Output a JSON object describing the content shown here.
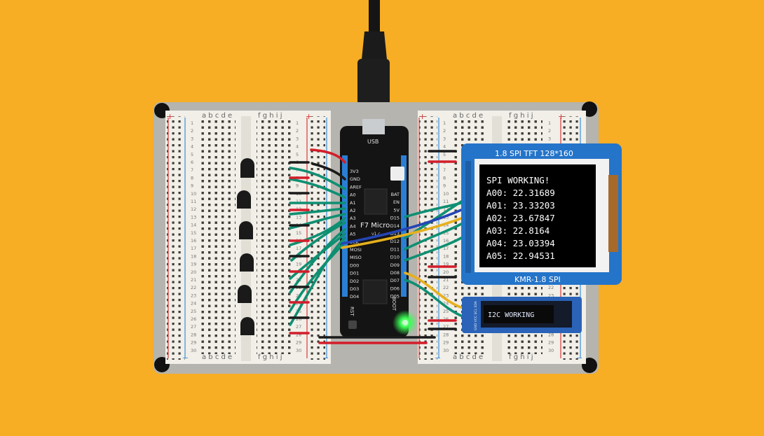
{
  "breadboard": {
    "column_letters_left": "a b c d e",
    "column_letters_right": "f g h i j",
    "row_numbers": [
      "1",
      "2",
      "3",
      "4",
      "5",
      "6",
      "7",
      "8",
      "9",
      "10",
      "11",
      "12",
      "13",
      "14",
      "15",
      "16",
      "17",
      "18",
      "19",
      "20",
      "21",
      "22",
      "23",
      "24",
      "25",
      "26",
      "27",
      "28",
      "29",
      "30"
    ],
    "rail_plus": "+",
    "rail_minus": "−"
  },
  "mcu": {
    "usb_label": "USB",
    "name": "F7 Micro",
    "version": "v1.c",
    "left_pins": [
      "3V3",
      "GND",
      "AREF",
      "A0",
      "A1",
      "A2",
      "A3",
      "A4",
      "A5",
      "SCK",
      "MOSI",
      "MISO",
      "D00",
      "D01",
      "D02",
      "D03",
      "D04"
    ],
    "right_pins": [
      "BAT",
      "EN",
      "5V",
      "D15",
      "D14",
      "D13",
      "D12",
      "D11",
      "D10",
      "D09",
      "D08",
      "D07",
      "D06",
      "D05"
    ],
    "reset_label": "RST",
    "boot_label": "BOOT"
  },
  "spi_display": {
    "header": "1.8 SPI TFT  128*160",
    "footer": "KMR-1.8 SPI",
    "lines": [
      "SPI WORKING!",
      "A00: 22.31689",
      "A01: 23.33203",
      "A02: 23.67847",
      "A03: 22.8164",
      "A04: 23.03394",
      "A05: 22.94531"
    ],
    "screen_bg": "#000000",
    "screen_fg": "#ffffff",
    "pcb_color": "#2474c9"
  },
  "i2c_display": {
    "text": "I2C WORKING",
    "pin_labels": "GND VCC SCL SDA",
    "pcb_color": "#2a63b8"
  },
  "colors": {
    "background": "#f7ad24",
    "base_plate": "#b8b7b1",
    "breadboard": "#f1efe8",
    "wire_green": "#0f8f72",
    "wire_red": "#d31d2a",
    "wire_black": "#1a1a1a",
    "wire_blue": "#2445b5",
    "wire_yellow": "#e6b01e",
    "led_green": "#3bff55"
  }
}
